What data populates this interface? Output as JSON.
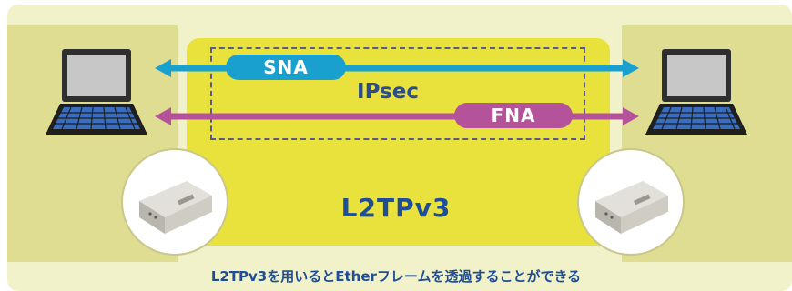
{
  "diagram": {
    "labels": {
      "sna": "SNA",
      "fna": "FNA",
      "ipsec": "IPsec",
      "l2tp": "L2TPv3"
    },
    "caption": "L2TPv3を用いるとEtherフレームを透過することができる",
    "colors": {
      "outer_background": "#f1f2ca",
      "side_panels": "#dedd92",
      "tunnel_fill": "#eae23c",
      "sna_arrow": "#1aa0cf",
      "fna_arrow": "#b5539a",
      "ipsec_border": "#5a5a86",
      "label_text": "#1e4d99"
    },
    "icons": {
      "left_endpoint": "laptop-icon",
      "right_endpoint": "laptop-icon",
      "left_router": "router-device-icon",
      "right_router": "router-device-icon"
    }
  }
}
